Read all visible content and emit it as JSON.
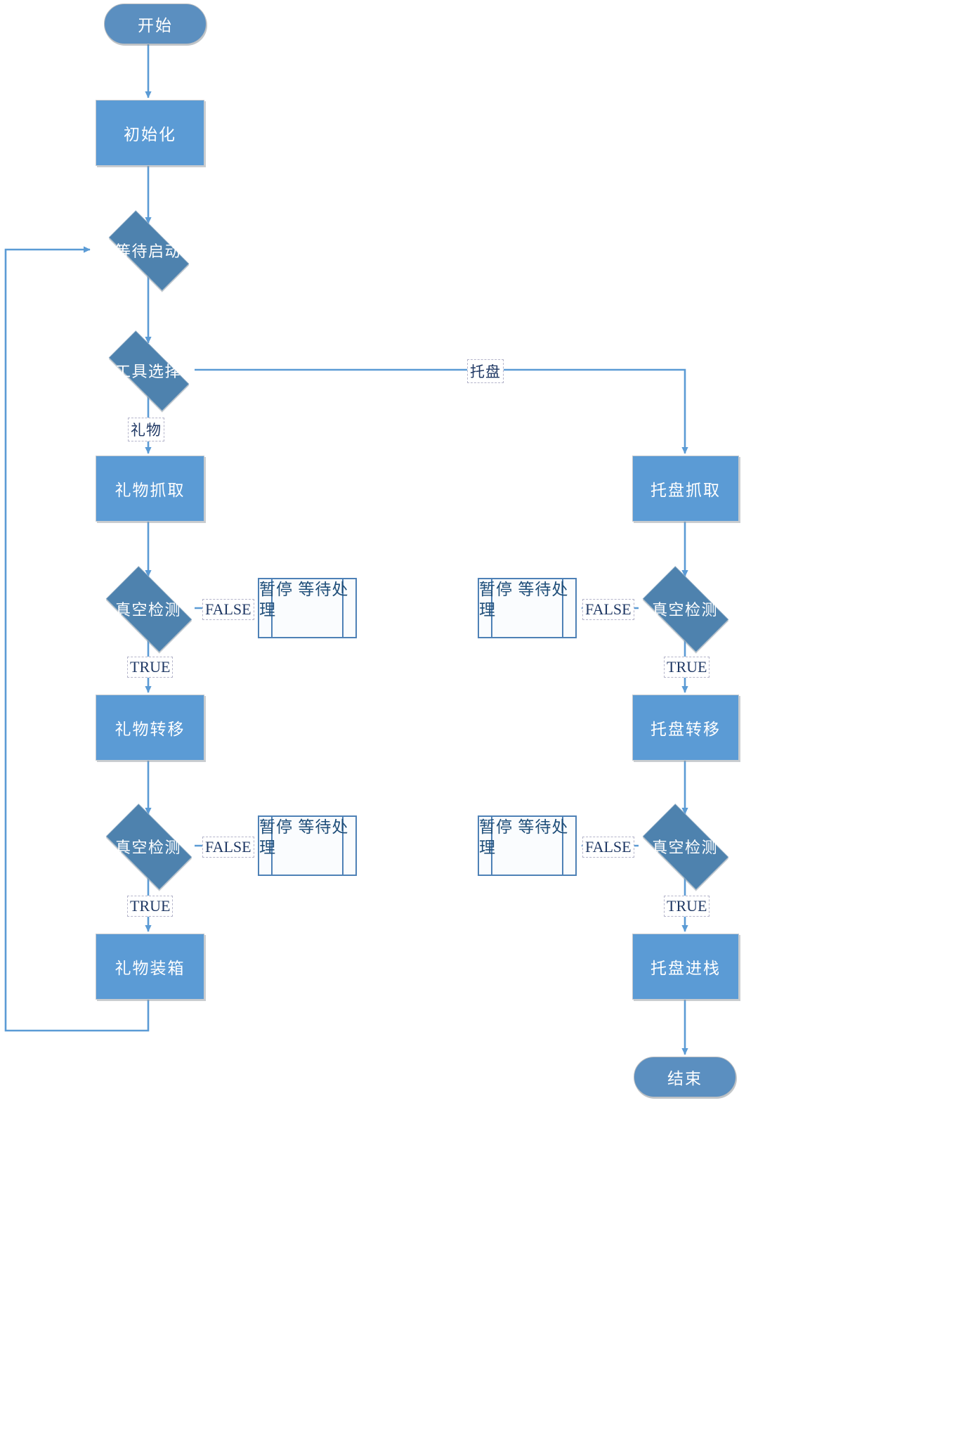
{
  "diagram": {
    "title_text": "",
    "colors": {
      "process_fill": "#5B9BD5",
      "decision_fill": "#4E82AE",
      "terminator_fill": "#5B8FC0",
      "predefined_fill": "#FAFCFE",
      "predefined_border": "#4E81B6",
      "predefined_text": "#1F4E79",
      "connector": "#5B9BD5",
      "shape_text": "#FFFFFF",
      "label_text": "#1F3864"
    },
    "nodes": [
      {
        "id": "start",
        "type": "terminator",
        "label": "开始"
      },
      {
        "id": "init",
        "type": "process",
        "label": "初始化"
      },
      {
        "id": "wait_start",
        "type": "decision",
        "label": "等待启动"
      },
      {
        "id": "tool_select",
        "type": "decision",
        "label": "工具选择"
      },
      {
        "id": "gift_pick",
        "type": "process",
        "label": "礼物抓取"
      },
      {
        "id": "vac1_l",
        "type": "decision",
        "label": "真空检测"
      },
      {
        "id": "pause1_l",
        "type": "predefined",
        "label_line1": "暂停",
        "label_line2": "等待处理"
      },
      {
        "id": "gift_move",
        "type": "process",
        "label": "礼物转移"
      },
      {
        "id": "vac2_l",
        "type": "decision",
        "label": "真空检测"
      },
      {
        "id": "pause2_l",
        "type": "predefined",
        "label_line1": "暂停",
        "label_line2": "等待处理"
      },
      {
        "id": "gift_box",
        "type": "process",
        "label": "礼物装箱"
      },
      {
        "id": "tray_pick",
        "type": "process",
        "label": "托盘抓取"
      },
      {
        "id": "vac1_r",
        "type": "decision",
        "label": "真空检测"
      },
      {
        "id": "pause1_r",
        "type": "predefined",
        "label_line1": "暂停",
        "label_line2": "等待处理"
      },
      {
        "id": "tray_move",
        "type": "process",
        "label": "托盘转移"
      },
      {
        "id": "vac2_r",
        "type": "decision",
        "label": "真空检测"
      },
      {
        "id": "pause2_r",
        "type": "predefined",
        "label_line1": "暂停",
        "label_line2": "等待处理"
      },
      {
        "id": "tray_stack",
        "type": "process",
        "label": "托盘进栈"
      },
      {
        "id": "end",
        "type": "terminator",
        "label": "结束"
      }
    ],
    "edge_labels": {
      "tray_branch": "托盘",
      "gift_branch": "礼物",
      "false_1l": "FALSE",
      "true_1l": "TRUE",
      "false_2l": "FALSE",
      "true_2l": "TRUE",
      "false_1r": "FALSE",
      "true_1r": "TRUE",
      "false_2r": "FALSE",
      "true_2r": "TRUE"
    }
  }
}
